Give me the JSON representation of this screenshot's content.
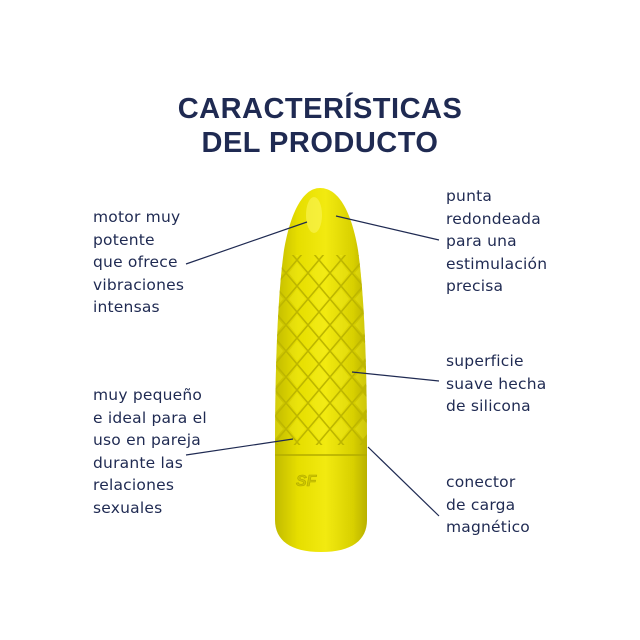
{
  "title": {
    "line1": "CARACTERÍSTICAS",
    "line2": "DEL PRODUCTO"
  },
  "features": {
    "motor": "motor muy\npotente\nque ofrece\nvibraciones\nintensas",
    "small": "muy pequeño\ne ideal para el\nuso en pareja\ndurante las\nrelaciones\nsexuales",
    "tip": "punta\nredondeada\npara una\nestimulación\nprecisa",
    "surface": "superficie\nsuave hecha\nde silicona",
    "connector": "conector\nde carga\nmagnético"
  },
  "colors": {
    "text": "#1f2a52",
    "product": "#e8e000",
    "product_shade": "#c9c200",
    "lines": "#1f2a52"
  }
}
